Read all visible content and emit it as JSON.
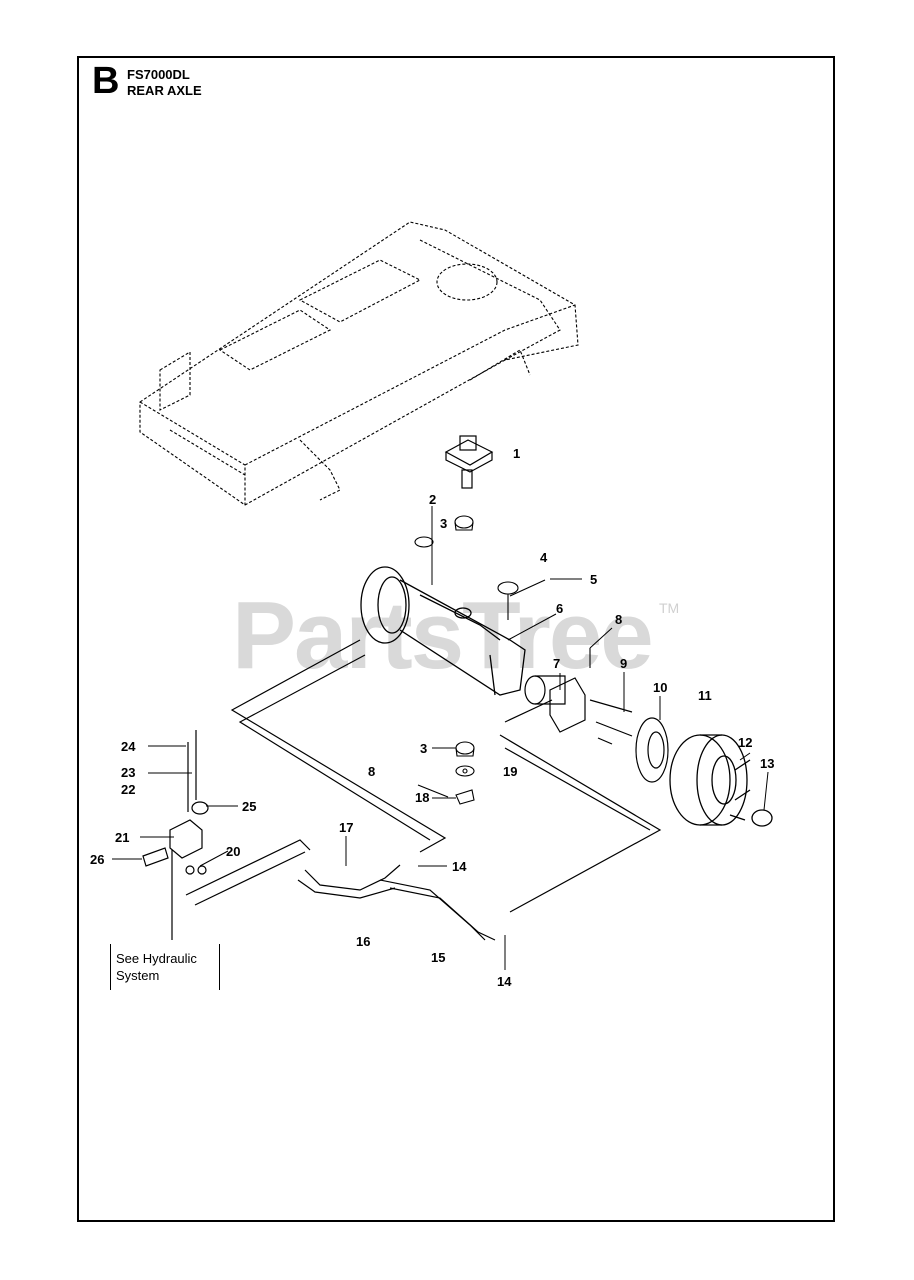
{
  "header": {
    "section_letter": "B",
    "model": "FS7000DL",
    "title": "REAR AXLE"
  },
  "watermark": {
    "text": "PartsTree",
    "tm": "TM"
  },
  "reference_note": "See Hydraulic System",
  "callouts": [
    "1",
    "2",
    "3",
    "4",
    "5",
    "6",
    "7",
    "8",
    "9",
    "10",
    "11",
    "12",
    "13",
    "3",
    "8",
    "19",
    "18",
    "17",
    "14",
    "16",
    "15",
    "14",
    "24",
    "23",
    "22",
    "25",
    "21",
    "20",
    "26"
  ],
  "colors": {
    "line": "#000000",
    "watermark": "#d9d9d9"
  }
}
